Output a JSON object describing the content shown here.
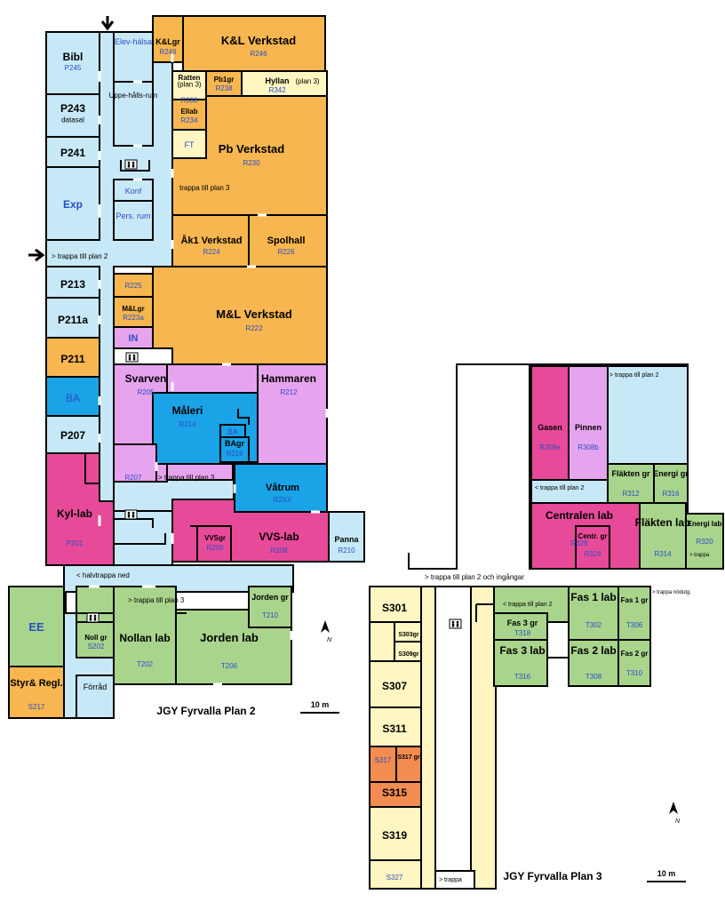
{
  "colors": {
    "corridor": "#c7e8f7",
    "workshop": "#f7b64f",
    "pink": "#e84a9a",
    "violet": "#e6a4ee",
    "blue": "#1aa3e6",
    "green": "#a9d48c",
    "cream": "#fff6c2",
    "salmon": "#f28c50",
    "label_blue": "#2a4fc8"
  },
  "plan2": {
    "title": "JGY Fyrvalla Plan 2",
    "scale": "10 m",
    "notes": {
      "stairs_plan2": "> trappa till plan 2",
      "stairs_plan3_mid": "> trappa till plan 3",
      "stairs_plan3_low": "> trappa till plan 3",
      "half_stairs": "< halvtrappa ned",
      "stairs_plan3_pb": "trappa till plan 3"
    },
    "rooms": {
      "bibl": {
        "name": "Bibl",
        "code": "P245"
      },
      "elevhalsa": {
        "name": "Elev-hälsa"
      },
      "klgr": {
        "name": "K&Lgr",
        "code": "R249"
      },
      "klverkstad": {
        "name": "K&L Verkstad",
        "code": "R246"
      },
      "ratten": {
        "name": "Ratten",
        "sub": "(plan 3)",
        "code": "R338"
      },
      "pb1gr": {
        "name": "Pb1gr",
        "code": "R238"
      },
      "hyllan": {
        "name": "Hyllan",
        "sub": "(plan 3)",
        "code": "R342"
      },
      "p243": {
        "name": "P243",
        "sub": "datasal"
      },
      "uppehall": {
        "name": "Uppe-hålls-rum"
      },
      "ellab": {
        "name": "Ellab",
        "code": "R234"
      },
      "ft": {
        "name": "FT"
      },
      "pbverkstad": {
        "name": "Pb Verkstad",
        "code": "R230"
      },
      "p241": {
        "name": "P241"
      },
      "exp": {
        "name": "Exp"
      },
      "konf": {
        "name": "Konf"
      },
      "persrum": {
        "name": "Pers. rum"
      },
      "ak1": {
        "name": "Åk1 Verkstad",
        "code": "R224"
      },
      "spolhall": {
        "name": "Spolhall",
        "code": "R226"
      },
      "p213": {
        "name": "P213"
      },
      "r225": {
        "code": "R225"
      },
      "mlgr": {
        "name": "M&Lgr",
        "code": "R223a"
      },
      "mlverkstad": {
        "name": "M&L Verkstad",
        "code": "R222"
      },
      "p211a": {
        "name": "P211a"
      },
      "in": {
        "name": "IN"
      },
      "p211": {
        "name": "P211"
      },
      "svarven": {
        "name": "Svarven",
        "code": "R205"
      },
      "hammaren": {
        "name": "Hammaren",
        "code": "R212"
      },
      "ba": {
        "name": "BA"
      },
      "maleri": {
        "name": "Måleri",
        "code": "R214"
      },
      "ba_small": {
        "name": "BA"
      },
      "bagr": {
        "name": "BAgr",
        "code": "R216"
      },
      "p207": {
        "name": "P207"
      },
      "r207": {
        "code": "R207"
      },
      "vatrum": {
        "name": "Våtrum",
        "code": "R2XX"
      },
      "kyllab": {
        "name": "Kyl-lab",
        "code": "P201"
      },
      "vvsgr": {
        "name": "VVSgr",
        "code": "R206"
      },
      "vvslab": {
        "name": "VVS-lab",
        "code": "R208"
      },
      "panna": {
        "name": "Panna",
        "code": "R210"
      },
      "ee": {
        "name": "EE"
      },
      "nollgr": {
        "name": "Noll gr",
        "code": "S202"
      },
      "nollan": {
        "name": "Nollan lab",
        "code": "T202"
      },
      "jordenlab": {
        "name": "Jorden lab",
        "code": "T206"
      },
      "jordengr": {
        "name": "Jorden gr",
        "code": "T210"
      },
      "styr": {
        "name": "Styr& Regl.",
        "code": "S217"
      },
      "forrad": {
        "name": "Förråd"
      }
    }
  },
  "plan3": {
    "title": "JGY Fyrvalla Plan 3",
    "scale": "10 m",
    "notes": {
      "stairs_top": "> trappa till plan 2",
      "stairs_mid": "< trappa till plan 2",
      "stairs_entry": "> trappa till plan 2 och ingångar",
      "stairs_fas": "< trappa till plan 2",
      "emergency": "> trappa nödutg.",
      "stairs_bottom": "> trappa",
      "energi_stairs": "> trappa"
    },
    "rooms": {
      "gasen": {
        "name": "Gasen",
        "code": "R308a"
      },
      "pinnen": {
        "name": "Pinnen",
        "code": "R308b"
      },
      "flaktengr": {
        "name": "Fläkten gr",
        "code": "R312"
      },
      "energigr": {
        "name": "Energi gr",
        "code": "R316"
      },
      "centralen": {
        "name": "Centralen lab",
        "code": "R326"
      },
      "centrgr": {
        "name": "Centr. gr",
        "code": "R324"
      },
      "flaktenlab": {
        "name": "Fläkten lab",
        "code": "R314"
      },
      "energilab": {
        "name": "Energi lab",
        "code": "R320"
      },
      "s301": {
        "name": "S301"
      },
      "s303gr": {
        "name": "S303gr"
      },
      "s309gr": {
        "name": "S309gr"
      },
      "s307": {
        "name": "S307"
      },
      "s311": {
        "name": "S311"
      },
      "s317": {
        "name": "S317"
      },
      "s317gr": {
        "name": "S317 gr"
      },
      "s315": {
        "name": "S315"
      },
      "s319": {
        "name": "S319"
      },
      "s327": {
        "name": "S327"
      },
      "fas3gr": {
        "name": "Fas 3 gr",
        "code": "T318"
      },
      "fas1lab": {
        "name": "Fas 1 lab",
        "code": "T302"
      },
      "fas1gr": {
        "name": "Fas 1 gr",
        "code": "T306"
      },
      "fas3lab": {
        "name": "Fas 3 lab",
        "code": "T316"
      },
      "fas2lab": {
        "name": "Fas 2 lab",
        "code": "T308"
      },
      "fas2gr": {
        "name": "Fas 2 gr",
        "code": "T310"
      }
    }
  }
}
